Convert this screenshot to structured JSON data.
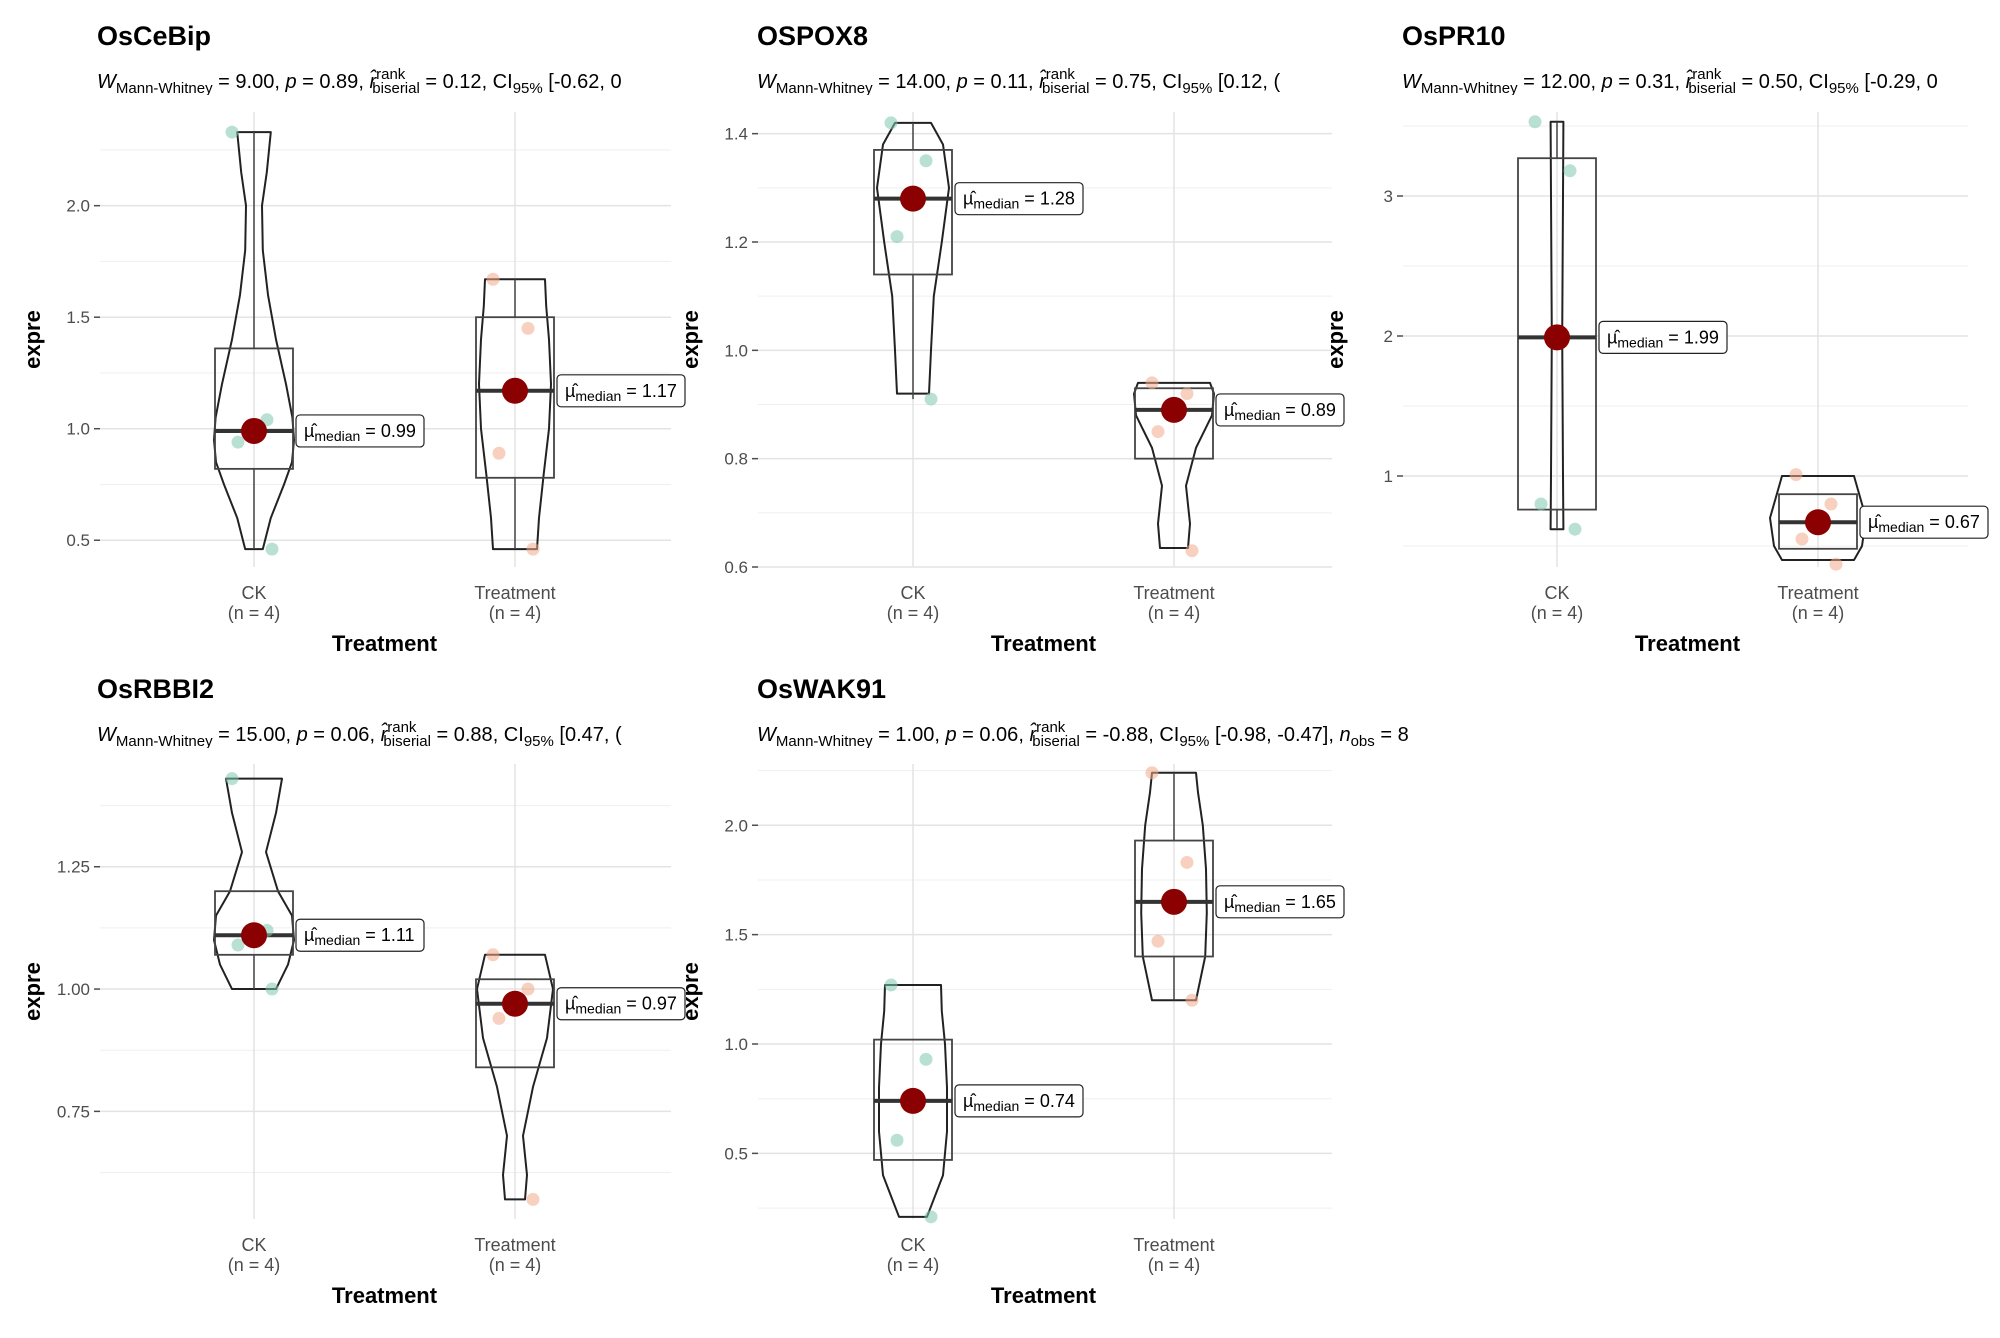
{
  "chart_data": [
    {
      "type": "violin",
      "title": "OsCeBip",
      "subtitle": {
        "statistic": "9.00",
        "p": "0.89",
        "r": "0.12",
        "ci": "[-0.62, 0",
        "n_obs": ""
      },
      "xlabel": "Treatment",
      "ylabel": "expre",
      "ylim": [
        0.38,
        2.42
      ],
      "yticks": [
        {
          "value": 0.5,
          "label": "0.5"
        },
        {
          "value": 1.0,
          "label": "1.0"
        },
        {
          "value": 1.5,
          "label": "1.5"
        },
        {
          "value": 2.0,
          "label": "2.0"
        }
      ],
      "groups": [
        {
          "name": "CK",
          "n_label": "(n = 4)",
          "color": "#7fc9ae",
          "points": [
            2.33,
            1.04,
            0.94,
            0.46
          ],
          "box": {
            "q1": 0.82,
            "median": 0.99,
            "q3": 1.36,
            "whisker_low": 0.46,
            "whisker_high": 2.33
          },
          "median_value": 0.99,
          "median_label": "0.99",
          "violin": [
            [
              0.46,
              0.22
            ],
            [
              0.6,
              0.42
            ],
            [
              0.75,
              0.75
            ],
            [
              0.85,
              0.95
            ],
            [
              0.95,
              1.0
            ],
            [
              1.05,
              0.96
            ],
            [
              1.2,
              0.8
            ],
            [
              1.4,
              0.55
            ],
            [
              1.6,
              0.35
            ],
            [
              1.8,
              0.22
            ],
            [
              2.0,
              0.2
            ],
            [
              2.15,
              0.32
            ],
            [
              2.33,
              0.42
            ]
          ]
        },
        {
          "name": "Treatment",
          "n_label": "(n = 4)",
          "color": "#f0a98a",
          "points": [
            1.67,
            1.45,
            0.89,
            0.46
          ],
          "box": {
            "q1": 0.78,
            "median": 1.17,
            "q3": 1.5,
            "whisker_low": 0.46,
            "whisker_high": 1.67
          },
          "median_value": 1.17,
          "median_label": "1.17",
          "violin": [
            [
              0.46,
              0.55
            ],
            [
              0.6,
              0.6
            ],
            [
              0.8,
              0.72
            ],
            [
              1.0,
              0.85
            ],
            [
              1.2,
              0.9
            ],
            [
              1.4,
              0.85
            ],
            [
              1.55,
              0.78
            ],
            [
              1.67,
              0.75
            ]
          ]
        }
      ]
    },
    {
      "type": "violin",
      "title": "OSPOX8",
      "subtitle": {
        "statistic": "14.00",
        "p": "0.11",
        "r": "0.75",
        "ci": "[0.12, (",
        "n_obs": ""
      },
      "xlabel": "Treatment",
      "ylabel": "expre",
      "ylim": [
        0.6,
        1.44
      ],
      "yticks": [
        {
          "value": 0.6,
          "label": "0.6"
        },
        {
          "value": 0.8,
          "label": "0.8"
        },
        {
          "value": 1.0,
          "label": "1.0"
        },
        {
          "value": 1.2,
          "label": "1.2"
        },
        {
          "value": 1.4,
          "label": "1.4"
        }
      ],
      "groups": [
        {
          "name": "CK",
          "n_label": "(n = 4)",
          "color": "#7fc9ae",
          "points": [
            1.42,
            1.35,
            1.21,
            0.91
          ],
          "box": {
            "q1": 1.14,
            "median": 1.28,
            "q3": 1.37,
            "whisker_low": 0.91,
            "whisker_high": 1.42
          },
          "median_value": 1.28,
          "median_label": "1.28",
          "violin": [
            [
              0.92,
              0.4
            ],
            [
              1.0,
              0.45
            ],
            [
              1.1,
              0.52
            ],
            [
              1.2,
              0.72
            ],
            [
              1.3,
              0.9
            ],
            [
              1.38,
              0.75
            ],
            [
              1.42,
              0.45
            ]
          ]
        },
        {
          "name": "Treatment",
          "n_label": "(n = 4)",
          "color": "#f0a98a",
          "points": [
            0.94,
            0.92,
            0.85,
            0.63
          ],
          "box": {
            "q1": 0.8,
            "median": 0.89,
            "q3": 0.93,
            "whisker_low": 0.8,
            "whisker_high": 0.93
          },
          "median_value": 0.89,
          "median_label": "0.89",
          "violin": [
            [
              0.635,
              0.35
            ],
            [
              0.68,
              0.4
            ],
            [
              0.75,
              0.3
            ],
            [
              0.82,
              0.55
            ],
            [
              0.88,
              0.95
            ],
            [
              0.92,
              1.0
            ],
            [
              0.94,
              0.9
            ]
          ]
        }
      ]
    },
    {
      "type": "violin",
      "title": "OsPR10",
      "subtitle": {
        "statistic": "12.00",
        "p": "0.31",
        "r": "0.50",
        "ci": "[-0.29, 0",
        "n_obs": ""
      },
      "xlabel": "Treatment",
      "ylabel": "expre",
      "ylim": [
        0.35,
        3.6
      ],
      "yticks": [
        {
          "value": 1,
          "label": "1"
        },
        {
          "value": 2,
          "label": "2"
        },
        {
          "value": 3,
          "label": "3"
        }
      ],
      "groups": [
        {
          "name": "CK",
          "n_label": "(n = 4)",
          "color": "#7fc9ae",
          "points": [
            3.53,
            3.18,
            0.8,
            0.62
          ],
          "box": {
            "q1": 0.76,
            "median": 1.99,
            "q3": 3.27,
            "whisker_low": 0.62,
            "whisker_high": 3.53
          },
          "median_value": 1.99,
          "median_label": "1.99",
          "violin": [
            [
              0.62,
              0.16
            ],
            [
              1.0,
              0.15
            ],
            [
              2.0,
              0.13
            ],
            [
              3.0,
              0.15
            ],
            [
              3.53,
              0.16
            ]
          ]
        },
        {
          "name": "Treatment",
          "n_label": "(n = 4)",
          "color": "#f0a98a",
          "points": [
            1.01,
            0.8,
            0.55,
            0.37
          ],
          "box": {
            "q1": 0.48,
            "median": 0.67,
            "q3": 0.87,
            "whisker_low": 0.48,
            "whisker_high": 0.87
          },
          "median_value": 0.67,
          "median_label": "0.67",
          "violin": [
            [
              0.4,
              0.9
            ],
            [
              0.5,
              1.1
            ],
            [
              0.7,
              1.2
            ],
            [
              0.85,
              1.05
            ],
            [
              1.0,
              0.9
            ]
          ]
        }
      ]
    },
    {
      "type": "violin",
      "title": "OsRBBI2",
      "subtitle": {
        "statistic": "15.00",
        "p": "0.06",
        "r": "0.88",
        "ci": "[0.47, (",
        "n_obs": ""
      },
      "xlabel": "Treatment",
      "ylabel": "expre",
      "ylim": [
        0.53,
        1.46
      ],
      "yticks": [
        {
          "value": 0.75,
          "label": "0.75"
        },
        {
          "value": 1.0,
          "label": "1.00"
        },
        {
          "value": 1.25,
          "label": "1.25"
        }
      ],
      "groups": [
        {
          "name": "CK",
          "n_label": "(n = 4)",
          "color": "#7fc9ae",
          "points": [
            1.43,
            1.12,
            1.09,
            1.0
          ],
          "box": {
            "q1": 1.07,
            "median": 1.11,
            "q3": 1.2,
            "whisker_low": 1.0,
            "whisker_high": 1.2
          },
          "median_value": 1.11,
          "median_label": "1.11",
          "violin": [
            [
              1.0,
              0.55
            ],
            [
              1.05,
              0.85
            ],
            [
              1.1,
              1.0
            ],
            [
              1.15,
              0.95
            ],
            [
              1.2,
              0.6
            ],
            [
              1.28,
              0.3
            ],
            [
              1.36,
              0.55
            ],
            [
              1.43,
              0.7
            ]
          ]
        },
        {
          "name": "Treatment",
          "n_label": "(n = 4)",
          "color": "#f0a98a",
          "points": [
            1.07,
            1.0,
            0.94,
            0.57
          ],
          "box": {
            "q1": 0.84,
            "median": 0.97,
            "q3": 1.02,
            "whisker_low": 0.84,
            "whisker_high": 1.02
          },
          "median_value": 0.97,
          "median_label": "0.97",
          "violin": [
            [
              0.57,
              0.25
            ],
            [
              0.62,
              0.3
            ],
            [
              0.7,
              0.2
            ],
            [
              0.8,
              0.45
            ],
            [
              0.9,
              0.8
            ],
            [
              1.0,
              0.95
            ],
            [
              1.07,
              0.75
            ]
          ]
        }
      ]
    },
    {
      "type": "violin",
      "title": "OsWAK91",
      "subtitle": {
        "statistic": "1.00",
        "p": "0.06",
        "r": "-0.88",
        "ci": "[-0.98, -0.47]",
        "n_obs": "8"
      },
      "xlabel": "Treatment",
      "ylabel": "expre",
      "ylim": [
        0.2,
        2.28
      ],
      "yticks": [
        {
          "value": 0.5,
          "label": "0.5"
        },
        {
          "value": 1.0,
          "label": "1.0"
        },
        {
          "value": 1.5,
          "label": "1.5"
        },
        {
          "value": 2.0,
          "label": "2.0"
        }
      ],
      "groups": [
        {
          "name": "CK",
          "n_label": "(n = 4)",
          "color": "#7fc9ae",
          "points": [
            1.27,
            0.93,
            0.56,
            0.21
          ],
          "box": {
            "q1": 0.47,
            "median": 0.74,
            "q3": 1.02,
            "whisker_low": 0.47,
            "whisker_high": 1.02
          },
          "median_value": 0.74,
          "median_label": "0.74",
          "violin": [
            [
              0.21,
              0.35
            ],
            [
              0.4,
              0.75
            ],
            [
              0.6,
              0.85
            ],
            [
              0.8,
              0.85
            ],
            [
              1.0,
              0.8
            ],
            [
              1.15,
              0.72
            ],
            [
              1.27,
              0.7
            ]
          ]
        },
        {
          "name": "Treatment",
          "n_label": "(n = 4)",
          "color": "#f0a98a",
          "points": [
            2.24,
            1.83,
            1.47,
            1.2
          ],
          "box": {
            "q1": 1.4,
            "median": 1.65,
            "q3": 1.93,
            "whisker_low": 1.2,
            "whisker_high": 2.24
          },
          "median_value": 1.65,
          "median_label": "1.65",
          "violin": [
            [
              1.2,
              0.55
            ],
            [
              1.4,
              0.78
            ],
            [
              1.6,
              0.82
            ],
            [
              1.8,
              0.8
            ],
            [
              2.0,
              0.72
            ],
            [
              2.15,
              0.6
            ],
            [
              2.24,
              0.55
            ]
          ]
        }
      ]
    }
  ]
}
